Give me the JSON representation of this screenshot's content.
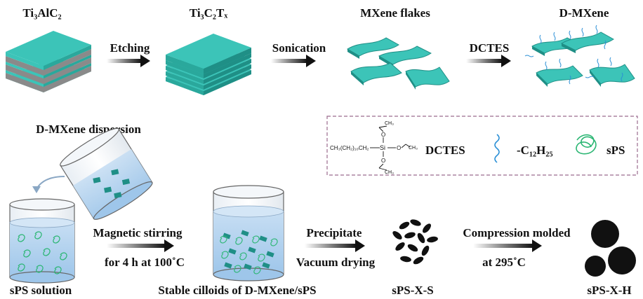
{
  "top_row": {
    "ti3alc2": "Ti₃AlC₂",
    "ti3c2tx": "Ti₃C₂Tₓ",
    "mxene_flakes": "MXene flakes",
    "d_mxene": "D-MXene",
    "step_etching": "Etching",
    "step_sonication": "Sonication",
    "step_dctes": "DCTES"
  },
  "legend": {
    "formula_main": "CH₃(CH₂)₁₀CH₂",
    "si": "Si",
    "o": "O",
    "ch3": "CH₃",
    "dctes": "DCTES",
    "c12h25": "-C₁₂H₂₅",
    "sps": "sPS"
  },
  "bottom_row": {
    "dispersion": "D-MXene dispersion",
    "sps_solution": "sPS solution",
    "stirring_1": "Magnetic stirring",
    "stirring_2": "for 4 h at 100˚C",
    "colloids": "Stable cilloids of D-MXene/sPS",
    "precipitate": "Precipitate",
    "vacuum": "Vacuum drying",
    "sps_x_s": "sPS-X-S",
    "compression_1": "Compression molded",
    "compression_2": "at 295˚C",
    "sps_x_h": "sPS-X-H"
  },
  "colors": {
    "teal": "#3cc4b8",
    "teal_dark": "#1f8f86",
    "layer_gray": "#8a8a8a",
    "liquid": "#a9cfee",
    "legend_border": "#9b6b8e",
    "sps_green": "#2bb673",
    "dctes_blue": "#2a8fd6"
  }
}
